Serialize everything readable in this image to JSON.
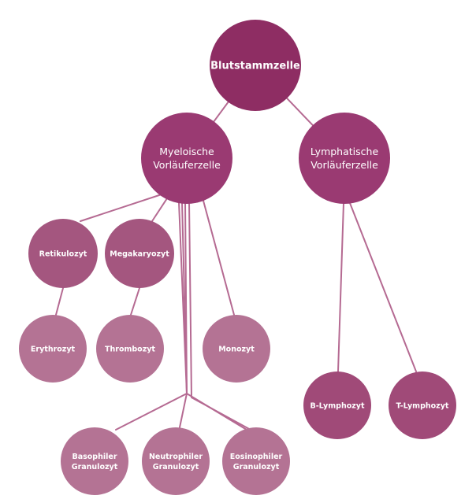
{
  "colors": {
    "root": "#8e2d63",
    "level1": "#9a3a72",
    "level2": "#a4567f",
    "level3": "#b47394",
    "lymph_leaf": "#a04a78",
    "line": "#b56a92",
    "text": "#ffffff"
  },
  "nodes": {
    "root": {
      "lines": [
        "Blutstammzelle"
      ]
    },
    "myeloid": {
      "lines": [
        "Myeloische",
        "Vorläuferzelle"
      ]
    },
    "lymphoid": {
      "lines": [
        "Lymphatische",
        "Vorläuferzelle"
      ]
    },
    "retikulozyt": {
      "lines": [
        "Retikulozyt"
      ]
    },
    "megakaryozyt": {
      "lines": [
        "Megakaryozyt"
      ]
    },
    "erythrozyt": {
      "lines": [
        "Erythrozyt"
      ]
    },
    "thrombozyt": {
      "lines": [
        "Thrombozyt"
      ]
    },
    "monozyt": {
      "lines": [
        "Monozyt"
      ]
    },
    "basophil": {
      "lines": [
        "Basophiler",
        "Granulozyt"
      ]
    },
    "neutrophil": {
      "lines": [
        "Neutrophiler",
        "Granulozyt"
      ]
    },
    "eosinophil": {
      "lines": [
        "Eosinophiler",
        "Granulozyt"
      ]
    },
    "b_lymph": {
      "lines": [
        "B-Lymphozyt"
      ]
    },
    "t_lymph": {
      "lines": [
        "T-Lymphozyt"
      ]
    }
  }
}
